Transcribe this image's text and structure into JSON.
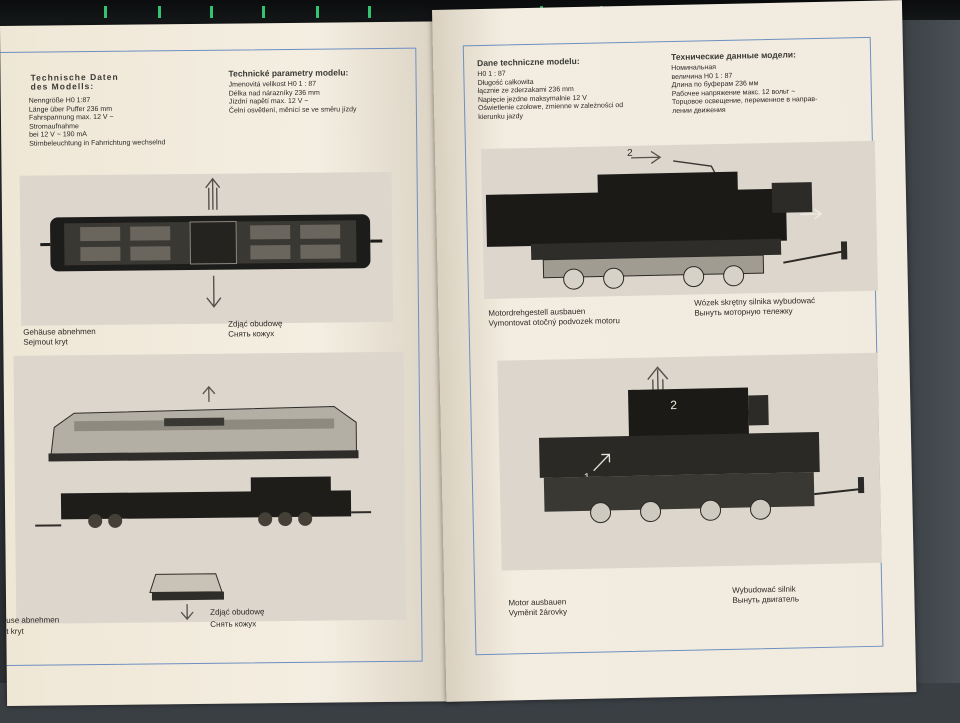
{
  "left": {
    "de": {
      "title": "Technische Daten\ndes Modells:",
      "specs": "Nenngröße H0           1:87\nLänge über Puffer       236 mm\nFahrspannung           max. 12 V ~\nStromaufnahme\nbei 12 V ~              190 mA\nStirnbeleuchtung in Fahrrichtung wechselnd"
    },
    "cz": {
      "title": "Technické parametry modelu:",
      "specs": "Jmenovitá velikost H0     1 : 87\nDélka nad nárazníky       236 mm\nJízdní napětí             max. 12 V ~\nČelní osvětlení, měnící se ve směru jízdy"
    },
    "caption1": {
      "line1": "Gehäuse abnehmen",
      "line2": "Sejmout kryt",
      "line3": "Zdjąć obudowę",
      "line4": "Снять кожух"
    },
    "caption2": {
      "line1": "use abnehmen",
      "line2": "t kryt",
      "line3": "Zdjąć obudowę",
      "line4": "Снять кожух"
    }
  },
  "right": {
    "pl": {
      "title": "Dane techniczne modelu:",
      "specs": "H0                              1 : 87\nDługość całkowita\nłącznie ze zderzakami       236 mm\nNapięcie jezdne              maksymalnie 12 V\nOświetlenie czołowe, zmienne w zależności od\nkierunku jazdy"
    },
    "ru": {
      "title": "Технические данные модели:",
      "specs": "Номинальная\nвеличина Н0             1 : 87\nДлина по буферам       236 мм\nРабочее напряжение макс. 12 вольт ~\nТорцовое освещение, переменное в направ-\nлении движения"
    },
    "fig1": {
      "arrow_label": "2"
    },
    "fig2": {
      "arrow1_label": "2",
      "arrow2_label": "1"
    },
    "caption1": {
      "line1": "Motordrehgestell ausbauen",
      "line2": "Vymontovat otočný podvozek motoru",
      "line3": "Wózek skrętny silnika wybudować",
      "line4": "Вынуть моторную тележку"
    },
    "caption2": {
      "line1": "Motor ausbauen",
      "line2": "Vyměnit žárovky",
      "line3": "Wybudować silnik",
      "line4": "Вынуть двигатель"
    }
  },
  "colors": {
    "frame_line": "#6d8fc1",
    "paper": "#f2ece0",
    "ink": "#2c2a26"
  }
}
